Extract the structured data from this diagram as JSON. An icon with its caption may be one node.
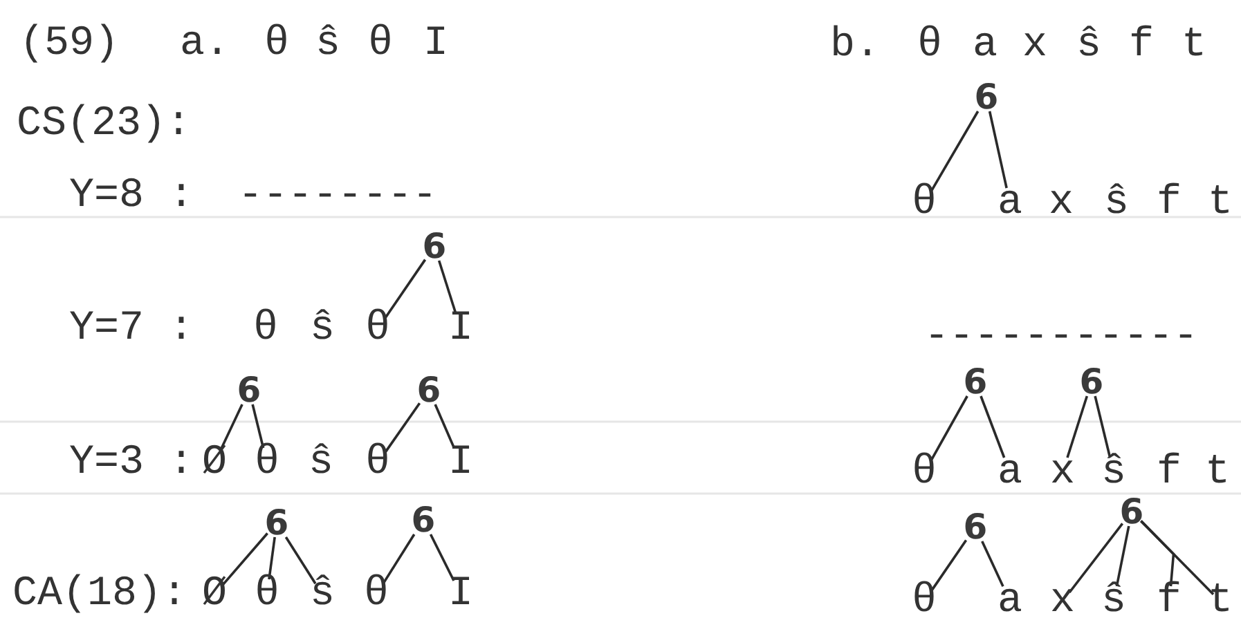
{
  "diagram": {
    "nodes": [
      {
        "text": [
          "6"
        ]
      },
      {
        "text": [
          "θ"
        ]
      },
      {
        "text": [
          "a"
        ]
      },
      {
        "text": [
          "6"
        ]
      },
      {
        "text": [
          "θ"
        ]
      },
      {
        "text": [
          "I"
        ]
      },
      {
        "text": [
          "6"
        ]
      },
      {
        "text": [
          "6"
        ]
      },
      {
        "text": [
          "6"
        ]
      },
      {
        "text": [
          "6"
        ]
      },
      {
        "text": [
          "Ø"
        ]
      },
      {
        "text": [
          "θ"
        ]
      },
      {
        "text": [
          "θ"
        ]
      },
      {
        "text": [
          "I"
        ]
      },
      {
        "text": [
          "θ"
        ]
      },
      {
        "text": [
          "a"
        ]
      },
      {
        "text": [
          "x"
        ]
      },
      {
        "text": [
          "ŝ"
        ]
      },
      {
        "text": [
          "6"
        ]
      },
      {
        "text": [
          "6"
        ]
      },
      {
        "text": [
          "6"
        ]
      },
      {
        "text": [
          "6"
        ]
      },
      {
        "text": [
          "Ø"
        ]
      },
      {
        "text": [
          "θ"
        ]
      },
      {
        "text": [
          "ŝ"
        ]
      },
      {
        "text": [
          "θ"
        ]
      },
      {
        "text": [
          "I"
        ]
      },
      {
        "text": [
          "θ"
        ]
      },
      {
        "text": [
          "a"
        ]
      },
      {
        "text": [
          "x"
        ]
      },
      {
        "text": [
          "ŝ"
        ]
      },
      {
        "text": [
          "f"
        ]
      },
      {
        "text": [
          "t"
        ]
      }
    ],
    "edges": [
      {
        "from": 0,
        "to": 1,
        "arrow": "none"
      },
      {
        "from": 0,
        "to": 2,
        "arrow": "none"
      },
      {
        "from": 3,
        "to": 4,
        "arrow": "none"
      },
      {
        "from": 3,
        "to": 5,
        "arrow": "none"
      },
      {
        "from": 6,
        "to": 10,
        "arrow": "none"
      },
      {
        "from": 6,
        "to": 11,
        "arrow": "none"
      },
      {
        "from": 7,
        "to": 12,
        "arrow": "none"
      },
      {
        "from": 7,
        "to": 13,
        "arrow": "none"
      },
      {
        "from": 8,
        "to": 14,
        "arrow": "none"
      },
      {
        "from": 8,
        "to": 15,
        "arrow": "none"
      },
      {
        "from": 9,
        "to": 16,
        "arrow": "none"
      },
      {
        "from": 9,
        "to": 17,
        "arrow": "none"
      },
      {
        "from": 18,
        "to": 22,
        "arrow": "none"
      },
      {
        "from": 18,
        "to": 23,
        "arrow": "none"
      },
      {
        "from": 18,
        "to": 24,
        "arrow": "none"
      },
      {
        "from": 19,
        "to": 25,
        "arrow": "none"
      },
      {
        "from": 19,
        "to": 26,
        "arrow": "none"
      },
      {
        "from": 20,
        "to": 27,
        "arrow": "none"
      },
      {
        "from": 20,
        "to": 28,
        "arrow": "none"
      },
      {
        "from": 21,
        "to": 29,
        "arrow": "none"
      },
      {
        "from": 21,
        "to": 30,
        "arrow": "none"
      },
      {
        "from": 21,
        "to": 32,
        "arrow": "none"
      },
      {
        "from": 21,
        "to": 31,
        "arrow": "none"
      }
    ],
    "labels": [
      "(59)",
      "a.",
      "θ",
      "ŝ",
      "θ",
      "I",
      "b.",
      "θ",
      "a",
      "x",
      "ŝ",
      "f",
      "t",
      "CS(23):",
      "Y=8 :",
      "--------",
      "x",
      "ŝ",
      "f",
      "t",
      "Y=7 :",
      "θ",
      "ŝ",
      "-----------",
      "Y=3 :",
      "ŝ",
      "f",
      "t",
      "CA(18):"
    ]
  }
}
